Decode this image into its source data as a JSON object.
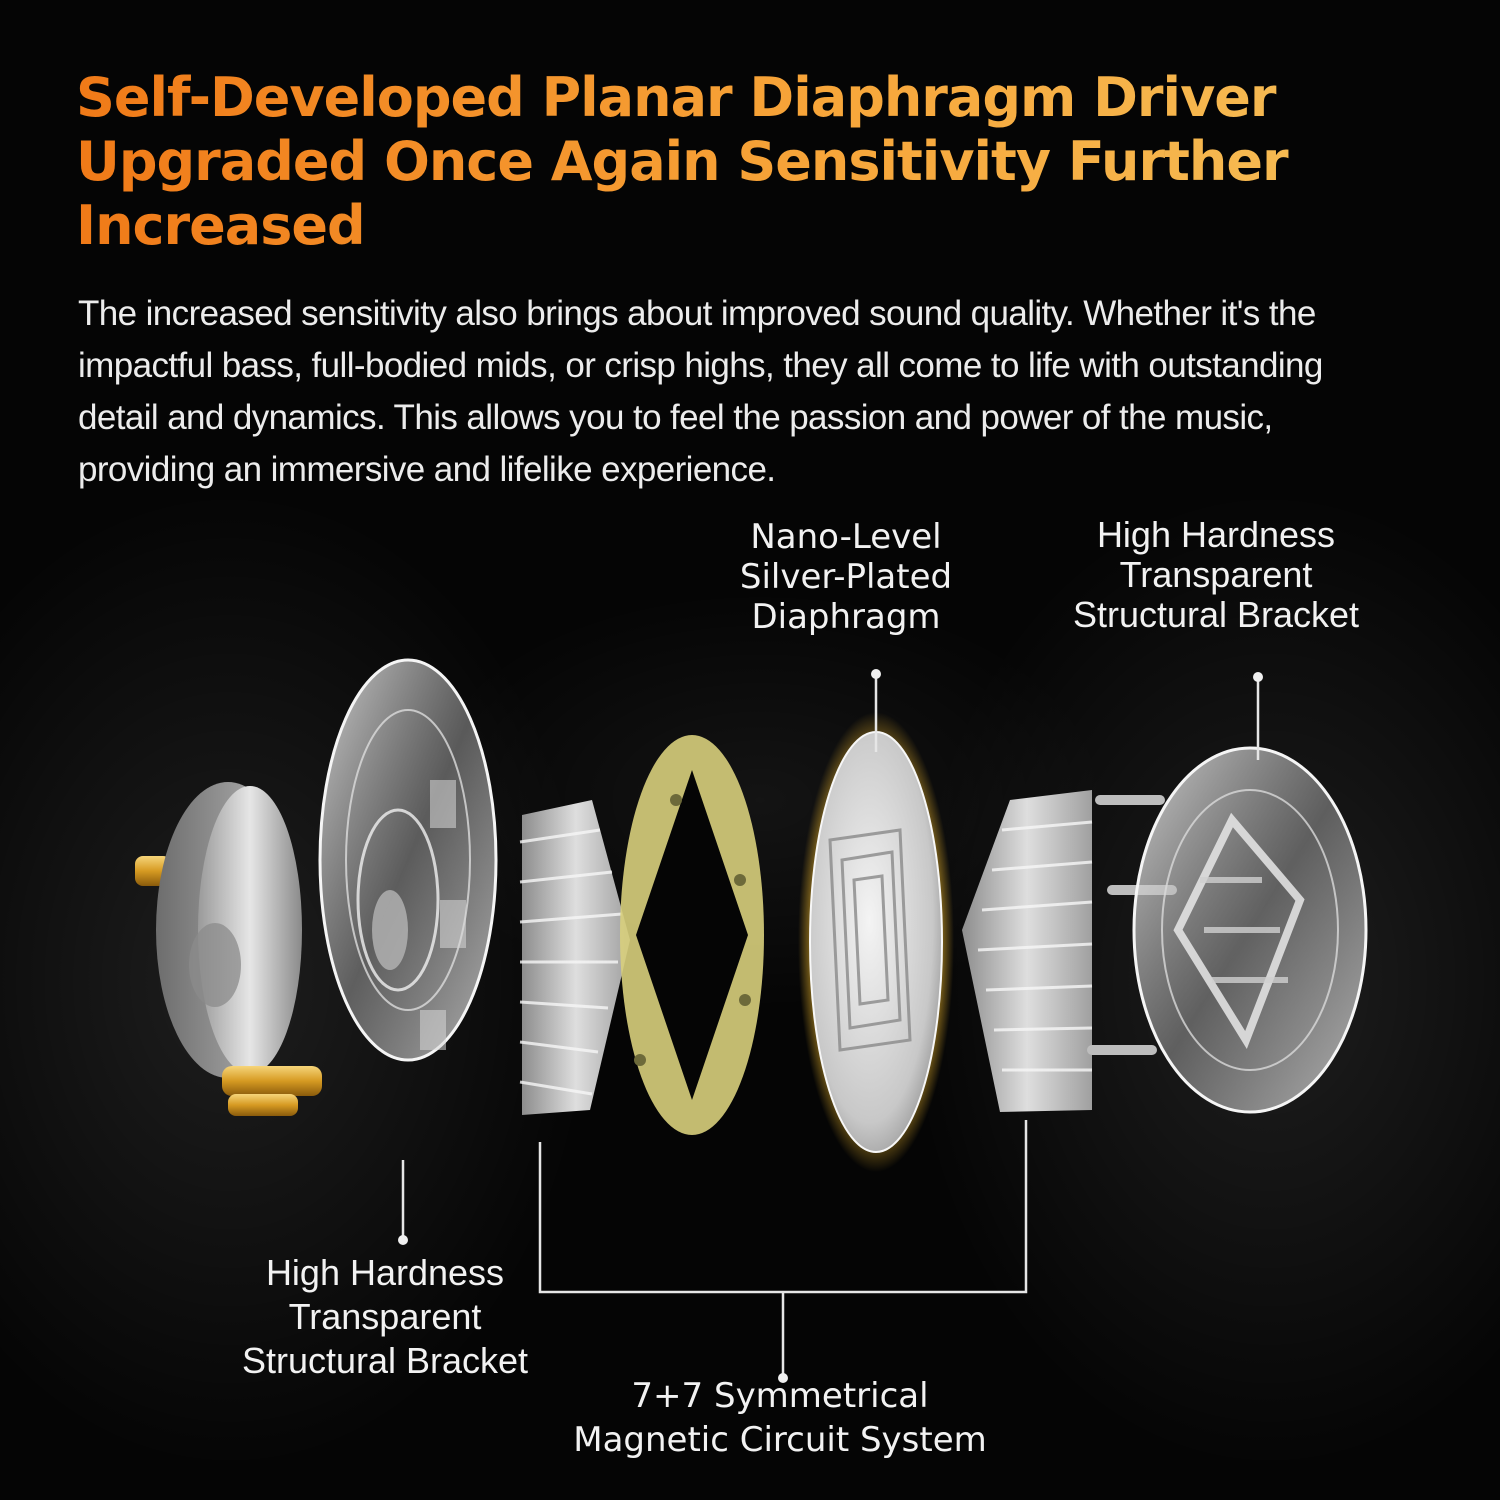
{
  "headline": {
    "line1": "Self-Developed Planar Diaphragm Driver",
    "line2": "Upgraded Once Again Sensitivity Further",
    "line3": "Increased"
  },
  "body": {
    "line1": "The increased sensitivity also brings about improved sound quality. Whether it's the",
    "line2": "impactful bass, full-bodied mids, or crisp highs, they all come to life with outstanding",
    "line3": "detail and dynamics. This allows you to feel the passion and power of the music,",
    "line4": "providing an immersive and lifelike experience."
  },
  "labels": {
    "diaphragm": {
      "line1": "Nano-Level",
      "line2": "Silver-Plated",
      "line3": "Diaphragm"
    },
    "bracket_right": {
      "line1": "High Hardness",
      "line2": "Transparent",
      "line3": "Structural Bracket"
    },
    "bracket_left": {
      "line1": "High Hardness",
      "line2": "Transparent",
      "line3": "Structural Bracket"
    },
    "magnetic": {
      "line1": "7+7 Symmetrical",
      "line2": "Magnetic Circuit System"
    }
  },
  "colors": {
    "headline_start": "#f07a18",
    "headline_end": "#f6c15a",
    "body_text": "#ececec",
    "background": "#050505",
    "gold_ring": "#d8cf7c",
    "gold_pin": "#e0b23c"
  }
}
